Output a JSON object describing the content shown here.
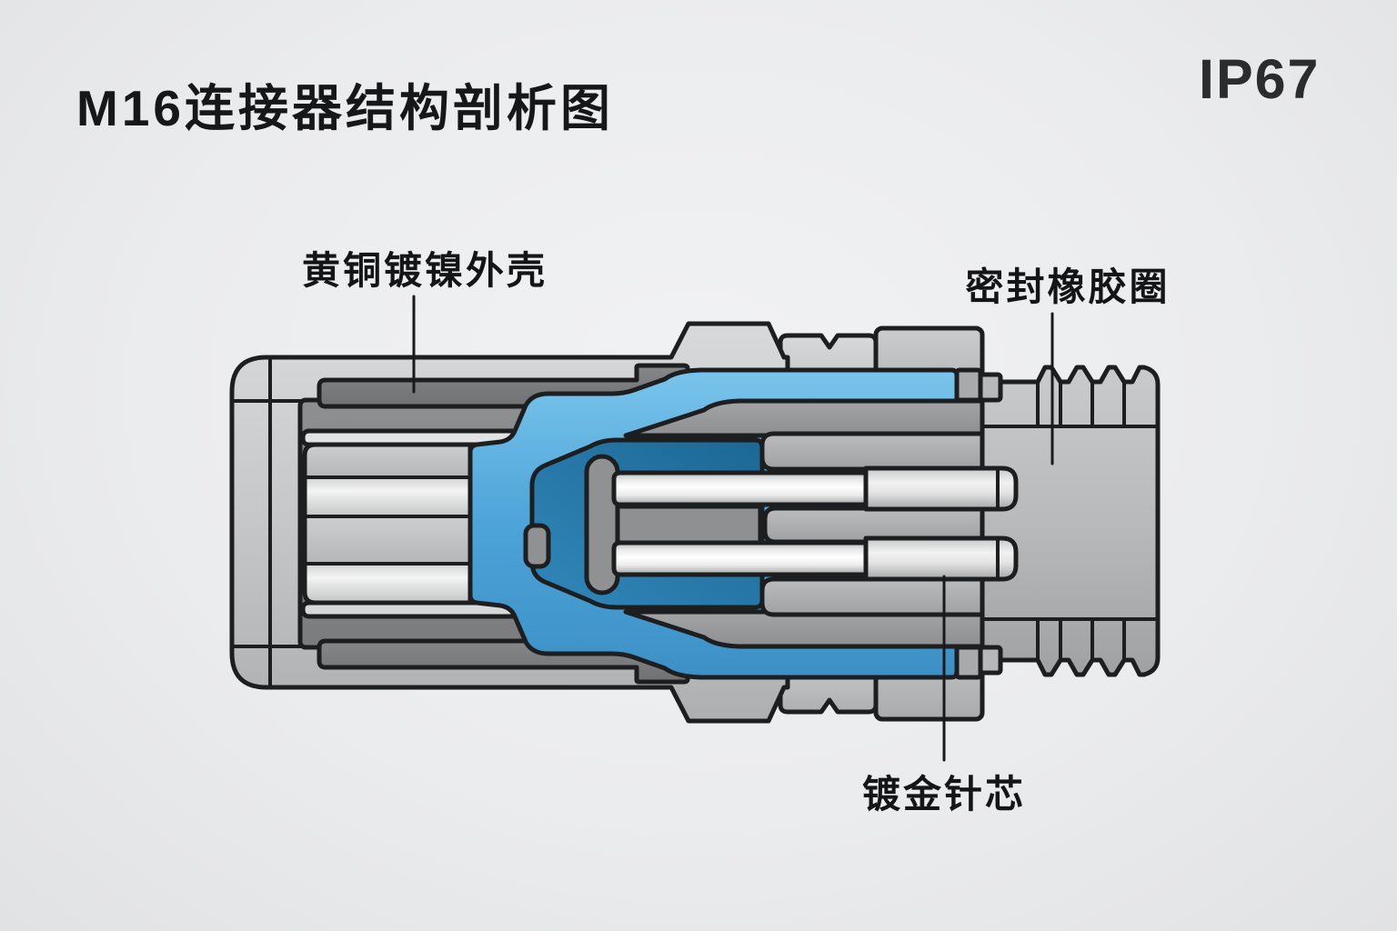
{
  "header": {
    "title": "M16连接器结构剖析图",
    "protection_badge": "IP67"
  },
  "callouts": {
    "shell": "黄铜镀镍外壳",
    "seal_ring": "密封橡胶圈",
    "pin_core": "镀金针芯"
  },
  "diagram": {
    "subject": "M16 connector cross-section",
    "colors": {
      "background": "#ebecee",
      "outline": "#1d1e1f",
      "metal_light": "#c9cacb",
      "metal_mid": "#9b9c9d",
      "metal_dark": "#7d7e7f",
      "insulator_blue": "#4da4d8",
      "insulator_blue_dark": "#2678a9",
      "pin_highlight": "#ffffff",
      "text": "#161718"
    }
  }
}
